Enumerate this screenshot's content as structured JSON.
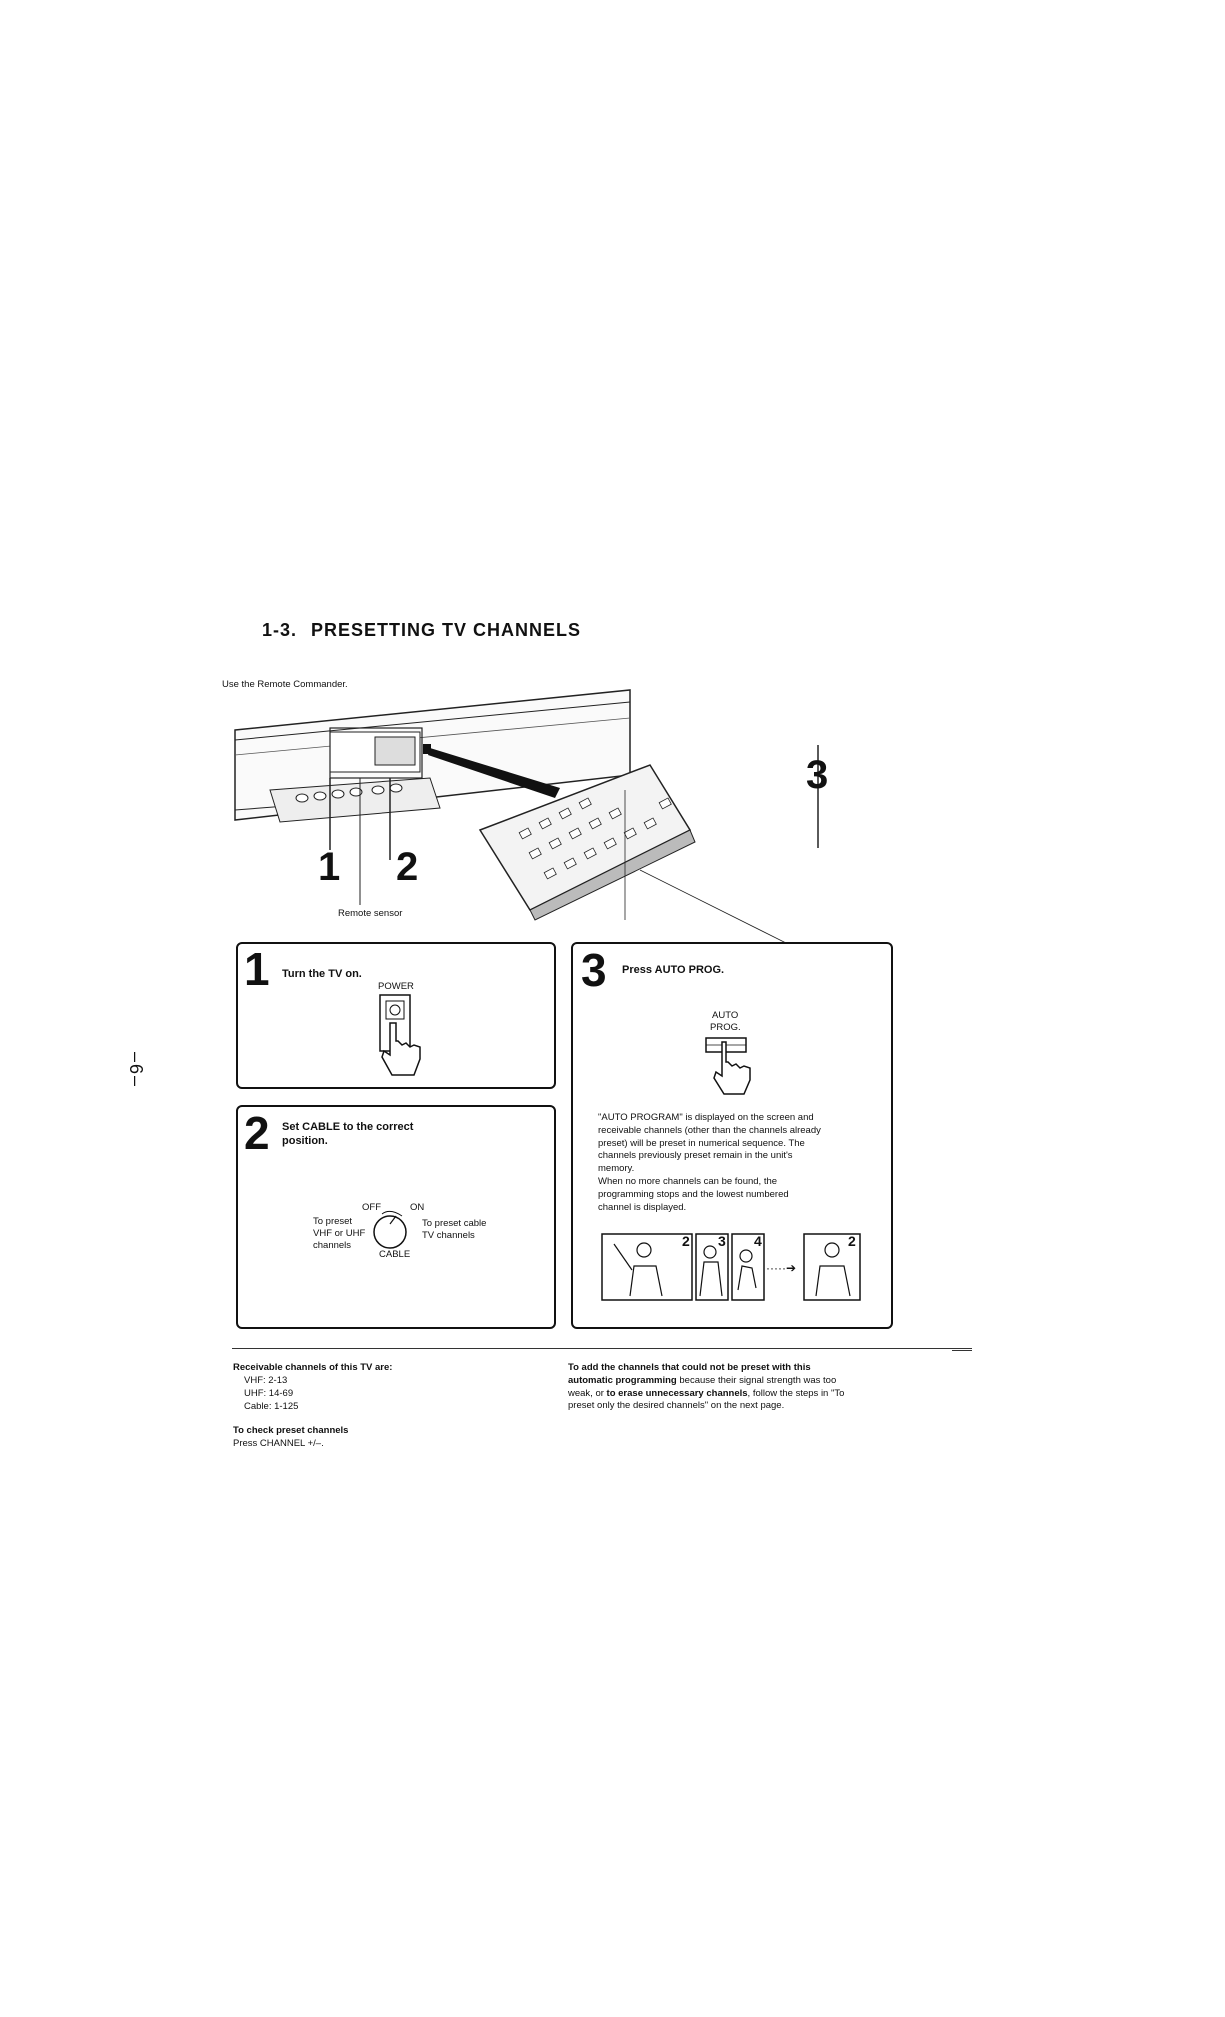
{
  "page_number": "–6–",
  "title": {
    "number": "1-3.",
    "text": "PRESETTING TV CHANNELS"
  },
  "intro": "Use the Remote Commander.",
  "illustration": {
    "callout_1": "1",
    "callout_2": "2",
    "callout_3": "3",
    "remote_sensor_label": "Remote sensor"
  },
  "step1": {
    "number": "1",
    "heading": "Turn the TV on.",
    "button_label": "POWER"
  },
  "step2": {
    "number": "2",
    "heading_line1": "Set CABLE to the correct",
    "heading_line2": "position.",
    "switch_off": "OFF",
    "switch_on": "ON",
    "switch_name": "CABLE",
    "left_line1": "To preset",
    "left_line2": "VHF or UHF",
    "left_line3": "channels",
    "right_line1": "To preset cable",
    "right_line2": "TV channels"
  },
  "step3": {
    "number": "3",
    "heading": "Press AUTO PROG.",
    "button_line1": "AUTO",
    "button_line2": "PROG.",
    "text_lines": [
      "\"AUTO PROGRAM\" is displayed on the screen and",
      "receivable channels (other than the channels already",
      "preset) will be preset in numerical sequence. The",
      "channels previously preset remain in the unit's",
      "memory.",
      "When no more channels can be found, the",
      "programming stops and the lowest numbered",
      "channel is displayed."
    ],
    "frame_numbers": [
      "2",
      "3",
      "4",
      "2"
    ]
  },
  "notes_left": {
    "heading": "Receivable channels of this TV are:",
    "lines": [
      "VHF:  2-13",
      "UHF:  14-69",
      "Cable:  1-125"
    ],
    "check_heading": "To check preset channels",
    "check_text": "Press CHANNEL +/–."
  },
  "notes_right": {
    "lines": [
      {
        "b": "To add the channels that could not be preset with this",
        "n": ""
      },
      {
        "b": "automatic programming",
        "n": " because their signal strength was too"
      },
      {
        "b": "",
        "n": "weak, or "
      },
      {
        "b": "to erase unnecessary channels",
        "n": ", follow the steps in \"To"
      },
      {
        "b": "",
        "n": "preset only the desired channels\" on the next page."
      }
    ]
  }
}
